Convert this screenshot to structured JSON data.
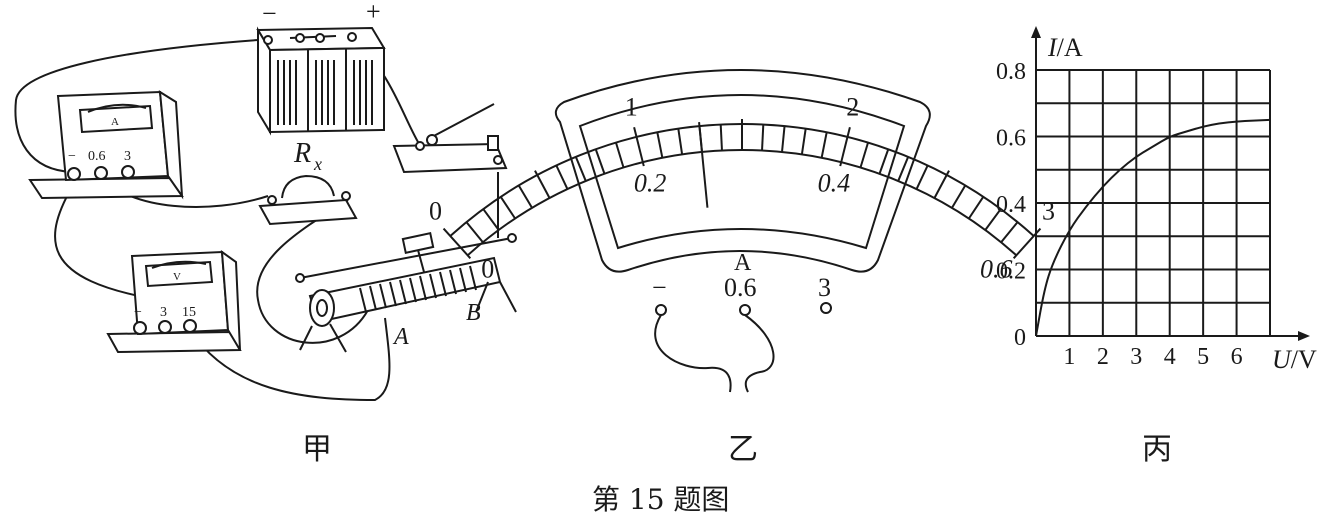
{
  "figure": {
    "caption": "第 15 题图"
  },
  "panel_jia": {
    "label": "甲",
    "battery": {
      "neg": "−",
      "pos": "+"
    },
    "ammeter": {
      "face": "A",
      "terminals": [
        "−",
        "0.6",
        "3"
      ]
    },
    "voltmeter": {
      "face": "V",
      "terminals": [
        "−",
        "3",
        "15"
      ]
    },
    "resistor": {
      "name": "R",
      "sub": "x"
    },
    "rheostat": {
      "terminal_a": "A",
      "terminal_b": "B"
    }
  },
  "panel_yi": {
    "label": "乙",
    "scale_top": [
      "0",
      "1",
      "2",
      "3"
    ],
    "scale_bottom": [
      "0",
      "0.2",
      "0.4",
      "0.6"
    ],
    "unit": "A",
    "terminals": [
      "−",
      "0.6",
      "3"
    ],
    "needle_reading_0_6A_range": 0.26
  },
  "panel_bing": {
    "label": "丙"
  },
  "chart_data": {
    "type": "line",
    "xlabel_italic": "U",
    "xlabel_unit": "/V",
    "ylabel_italic": "I",
    "ylabel_unit": "/A",
    "xlim": [
      0,
      7
    ],
    "ylim": [
      0,
      0.8
    ],
    "x_ticks": [
      "1",
      "2",
      "3",
      "4",
      "5",
      "6"
    ],
    "y_ticks": [
      "0",
      "0.2",
      "0.4",
      "0.6",
      "0.8"
    ],
    "grid": true,
    "series": [
      {
        "x": [
          0,
          0.25,
          0.5,
          1.0,
          1.5,
          2.0,
          2.5,
          3.0,
          3.5,
          4.0,
          4.5,
          5.0,
          5.5,
          6.0,
          6.5,
          7.0
        ],
        "y": [
          0,
          0.14,
          0.22,
          0.32,
          0.39,
          0.45,
          0.5,
          0.54,
          0.57,
          0.6,
          0.615,
          0.63,
          0.64,
          0.645,
          0.648,
          0.65
        ]
      }
    ]
  }
}
